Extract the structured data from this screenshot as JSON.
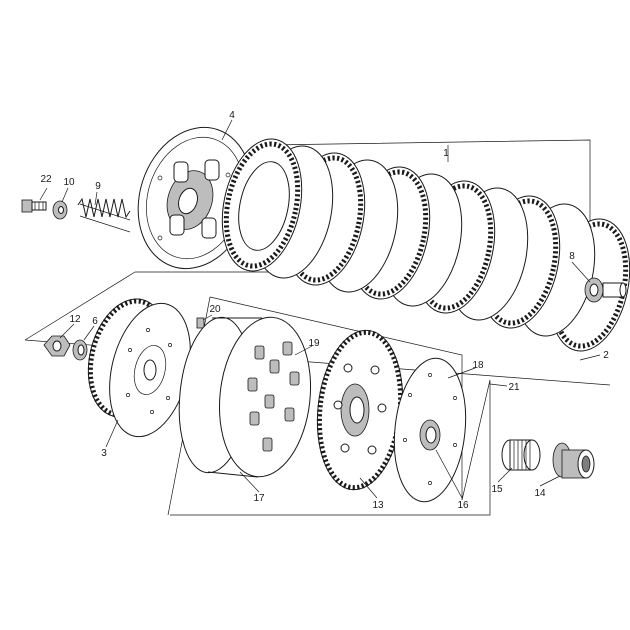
{
  "callouts": [
    {
      "id": "1",
      "text": "1"
    },
    {
      "id": "2",
      "text": "2"
    },
    {
      "id": "3",
      "text": "3"
    },
    {
      "id": "4",
      "text": "4"
    },
    {
      "id": "6",
      "text": "6"
    },
    {
      "id": "8",
      "text": "8"
    },
    {
      "id": "9",
      "text": "9"
    },
    {
      "id": "10",
      "text": "10"
    },
    {
      "id": "12",
      "text": "12"
    },
    {
      "id": "13",
      "text": "13"
    },
    {
      "id": "14",
      "text": "14"
    },
    {
      "id": "15",
      "text": "15"
    },
    {
      "id": "16",
      "text": "16"
    },
    {
      "id": "17",
      "text": "17"
    },
    {
      "id": "18",
      "text": "18"
    },
    {
      "id": "19",
      "text": "19"
    },
    {
      "id": "20",
      "text": "20"
    },
    {
      "id": "21",
      "text": "21"
    },
    {
      "id": "22",
      "text": "22"
    }
  ],
  "colors": {
    "line": "#1a1a1a",
    "shade": "#bdbdbd",
    "dark_shade": "#7d7d7d",
    "background": "#ffffff"
  }
}
